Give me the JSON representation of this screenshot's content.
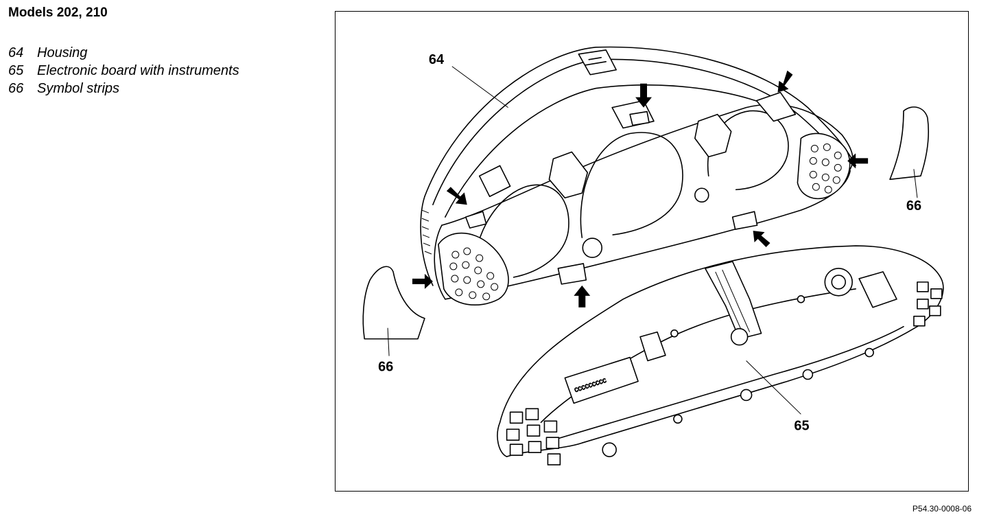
{
  "header": {
    "title": "Models 202, 210"
  },
  "legend": [
    {
      "number": "64",
      "label": "Housing"
    },
    {
      "number": "65",
      "label": "Electronic board with instruments"
    },
    {
      "number": "66",
      "label": "Symbol strips"
    }
  ],
  "diagram": {
    "callouts": {
      "housing": "64",
      "board": "65",
      "strip_left": "66",
      "strip_right": "66"
    },
    "board_connector_text": "CCCCCCCCC"
  },
  "footer": {
    "reference": "P54.30-0008-06"
  }
}
